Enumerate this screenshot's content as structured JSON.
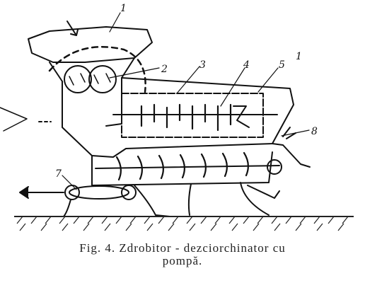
{
  "figure": {
    "labels": [
      "1",
      "2",
      "3",
      "4",
      "5",
      "1",
      "8",
      "7"
    ],
    "caption_line1": "Fig. 4. Zdrobitor - dezciorchinator cu",
    "caption_line2": "pompă."
  }
}
